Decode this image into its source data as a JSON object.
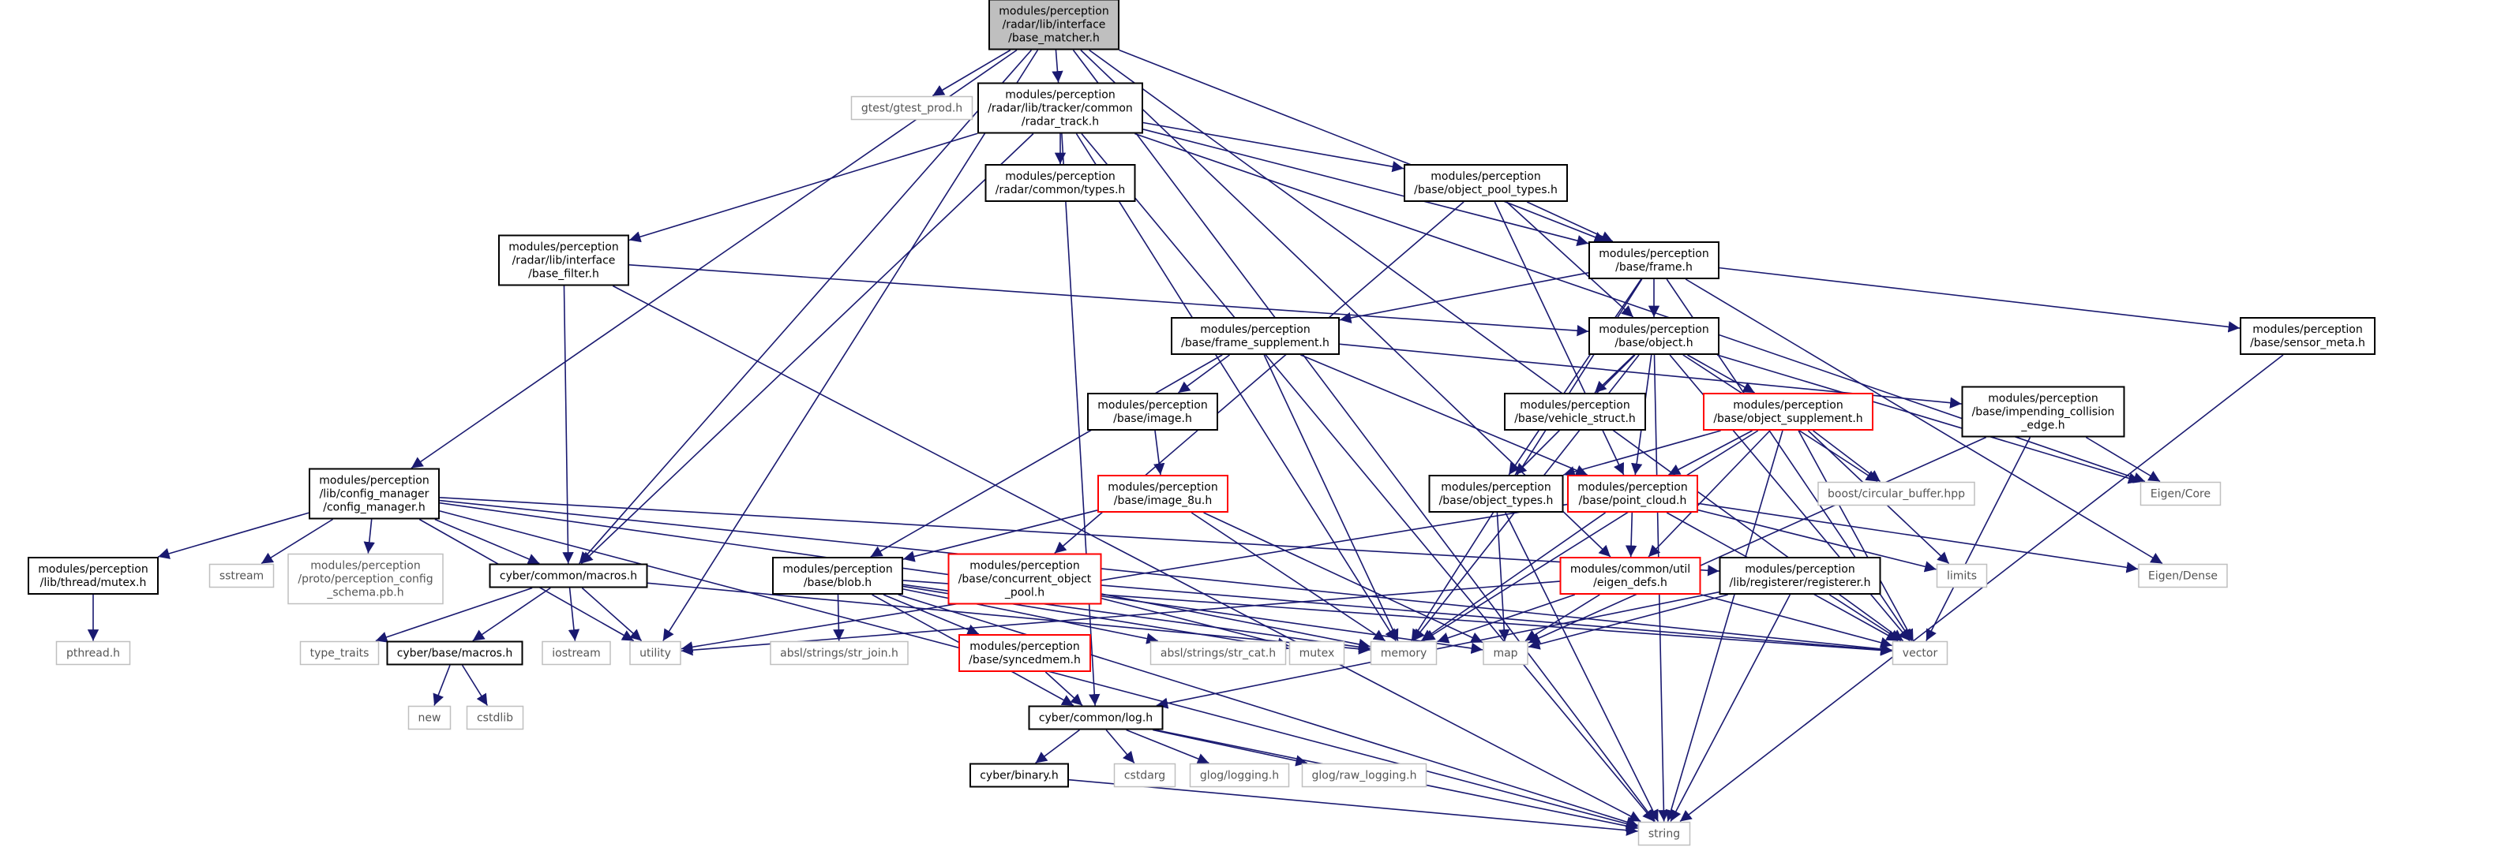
{
  "colors": {
    "edge": "#191970",
    "root_fill": "#bfbfbf",
    "external_border": "#bfbfbf",
    "highlight_border": "#ff0000"
  },
  "nodes": [
    {
      "id": "root",
      "lines": [
        "modules/perception",
        "/radar/lib/interface",
        "/base_matcher.h"
      ],
      "style": "root"
    },
    {
      "id": "gtest",
      "lines": [
        "gtest/gtest_prod.h"
      ],
      "style": "ext"
    },
    {
      "id": "radar_track",
      "lines": [
        "modules/perception",
        "/radar/lib/tracker/common",
        "/radar_track.h"
      ],
      "style": "normal"
    },
    {
      "id": "radar_types",
      "lines": [
        "modules/perception",
        "/radar/common/types.h"
      ],
      "style": "normal"
    },
    {
      "id": "object_pool_types",
      "lines": [
        "modules/perception",
        "/base/object_pool_types.h"
      ],
      "style": "normal"
    },
    {
      "id": "base_filter",
      "lines": [
        "modules/perception",
        "/radar/lib/interface",
        "/base_filter.h"
      ],
      "style": "normal"
    },
    {
      "id": "frame",
      "lines": [
        "modules/perception",
        "/base/frame.h"
      ],
      "style": "normal"
    },
    {
      "id": "frame_supplement",
      "lines": [
        "modules/perception",
        "/base/frame_supplement.h"
      ],
      "style": "normal"
    },
    {
      "id": "object",
      "lines": [
        "modules/perception",
        "/base/object.h"
      ],
      "style": "normal"
    },
    {
      "id": "sensor_meta",
      "lines": [
        "modules/perception",
        "/base/sensor_meta.h"
      ],
      "style": "normal"
    },
    {
      "id": "image",
      "lines": [
        "modules/perception",
        "/base/image.h"
      ],
      "style": "normal"
    },
    {
      "id": "vehicle_struct",
      "lines": [
        "modules/perception",
        "/base/vehicle_struct.h"
      ],
      "style": "normal"
    },
    {
      "id": "object_supplement",
      "lines": [
        "modules/perception",
        "/base/object_supplement.h"
      ],
      "style": "red"
    },
    {
      "id": "impending",
      "lines": [
        "modules/perception",
        "/base/impending_collision",
        "_edge.h"
      ],
      "style": "normal"
    },
    {
      "id": "config_manager",
      "lines": [
        "modules/perception",
        "/lib/config_manager",
        "/config_manager.h"
      ],
      "style": "normal"
    },
    {
      "id": "image_8u",
      "lines": [
        "modules/perception",
        "/base/image_8u.h"
      ],
      "style": "red"
    },
    {
      "id": "object_types",
      "lines": [
        "modules/perception",
        "/base/object_types.h"
      ],
      "style": "normal"
    },
    {
      "id": "point_cloud",
      "lines": [
        "modules/perception",
        "/base/point_cloud.h"
      ],
      "style": "red"
    },
    {
      "id": "circular_buffer",
      "lines": [
        "boost/circular_buffer.hpp"
      ],
      "style": "ext"
    },
    {
      "id": "eigen_core",
      "lines": [
        "Eigen/Core"
      ],
      "style": "ext"
    },
    {
      "id": "mutex_h",
      "lines": [
        "modules/perception",
        "/lib/thread/mutex.h"
      ],
      "style": "normal"
    },
    {
      "id": "sstream",
      "lines": [
        "sstream"
      ],
      "style": "ext"
    },
    {
      "id": "perception_config",
      "lines": [
        "modules/perception",
        "/proto/perception_config",
        "_schema.pb.h"
      ],
      "style": "ext"
    },
    {
      "id": "cyber_macros",
      "lines": [
        "cyber/common/macros.h"
      ],
      "style": "normal"
    },
    {
      "id": "blob",
      "lines": [
        "modules/perception",
        "/base/blob.h"
      ],
      "style": "normal"
    },
    {
      "id": "concurrent_pool",
      "lines": [
        "modules/perception",
        "/base/concurrent_object",
        "_pool.h"
      ],
      "style": "red"
    },
    {
      "id": "eigen_defs",
      "lines": [
        "modules/common/util",
        "/eigen_defs.h"
      ],
      "style": "red"
    },
    {
      "id": "registerer",
      "lines": [
        "modules/perception",
        "/lib/registerer/registerer.h"
      ],
      "style": "normal"
    },
    {
      "id": "limits",
      "lines": [
        "limits"
      ],
      "style": "ext"
    },
    {
      "id": "eigen_dense",
      "lines": [
        "Eigen/Dense"
      ],
      "style": "ext"
    },
    {
      "id": "pthread",
      "lines": [
        "pthread.h"
      ],
      "style": "ext"
    },
    {
      "id": "type_traits",
      "lines": [
        "type_traits"
      ],
      "style": "ext"
    },
    {
      "id": "cyber_base_macros",
      "lines": [
        "cyber/base/macros.h"
      ],
      "style": "normal"
    },
    {
      "id": "iostream",
      "lines": [
        "iostream"
      ],
      "style": "ext"
    },
    {
      "id": "utility",
      "lines": [
        "utility"
      ],
      "style": "ext"
    },
    {
      "id": "str_join",
      "lines": [
        "absl/strings/str_join.h"
      ],
      "style": "ext"
    },
    {
      "id": "syncedmem",
      "lines": [
        "modules/perception",
        "/base/syncedmem.h"
      ],
      "style": "red"
    },
    {
      "id": "str_cat",
      "lines": [
        "absl/strings/str_cat.h"
      ],
      "style": "ext"
    },
    {
      "id": "mutex",
      "lines": [
        "mutex"
      ],
      "style": "ext"
    },
    {
      "id": "memory",
      "lines": [
        "memory"
      ],
      "style": "ext"
    },
    {
      "id": "map",
      "lines": [
        "map"
      ],
      "style": "ext"
    },
    {
      "id": "vector",
      "lines": [
        "vector"
      ],
      "style": "ext"
    },
    {
      "id": "new",
      "lines": [
        "new"
      ],
      "style": "ext"
    },
    {
      "id": "cstdlib",
      "lines": [
        "cstdlib"
      ],
      "style": "ext"
    },
    {
      "id": "cyber_log",
      "lines": [
        "cyber/common/log.h"
      ],
      "style": "normal"
    },
    {
      "id": "cyber_binary",
      "lines": [
        "cyber/binary.h"
      ],
      "style": "normal"
    },
    {
      "id": "cstdarg",
      "lines": [
        "cstdarg"
      ],
      "style": "ext"
    },
    {
      "id": "glog_logging",
      "lines": [
        "glog/logging.h"
      ],
      "style": "ext"
    },
    {
      "id": "glog_raw",
      "lines": [
        "glog/raw_logging.h"
      ],
      "style": "ext"
    },
    {
      "id": "string",
      "lines": [
        "string"
      ],
      "style": "ext"
    }
  ],
  "edges": [
    [
      "root",
      "gtest"
    ],
    [
      "root",
      "radar_track"
    ],
    [
      "root",
      "config_manager"
    ],
    [
      "root",
      "cyber_macros"
    ],
    [
      "root",
      "frame"
    ],
    [
      "root",
      "eigen_defs"
    ],
    [
      "root",
      "utility"
    ],
    [
      "root",
      "vector"
    ],
    [
      "root",
      "string"
    ],
    [
      "radar_track",
      "radar_types"
    ],
    [
      "radar_track",
      "object_pool_types"
    ],
    [
      "radar_track",
      "base_filter"
    ],
    [
      "radar_track",
      "frame"
    ],
    [
      "radar_track",
      "cyber_macros"
    ],
    [
      "radar_track",
      "cyber_log"
    ],
    [
      "radar_track",
      "memory"
    ],
    [
      "radar_track",
      "eigen_core"
    ],
    [
      "radar_track",
      "string"
    ],
    [
      "object_pool_types",
      "frame"
    ],
    [
      "object_pool_types",
      "object"
    ],
    [
      "object_pool_types",
      "concurrent_pool"
    ],
    [
      "object_pool_types",
      "point_cloud"
    ],
    [
      "base_filter",
      "object"
    ],
    [
      "base_filter",
      "cyber_macros"
    ],
    [
      "base_filter",
      "string"
    ],
    [
      "frame",
      "frame_supplement"
    ],
    [
      "frame",
      "object"
    ],
    [
      "frame",
      "sensor_meta"
    ],
    [
      "frame",
      "object_types"
    ],
    [
      "frame",
      "memory"
    ],
    [
      "frame",
      "vector"
    ],
    [
      "frame",
      "eigen_dense"
    ],
    [
      "frame_supplement",
      "image"
    ],
    [
      "frame_supplement",
      "point_cloud"
    ],
    [
      "frame_supplement",
      "blob"
    ],
    [
      "frame_supplement",
      "impending"
    ],
    [
      "frame_supplement",
      "memory"
    ],
    [
      "object",
      "vehicle_struct"
    ],
    [
      "object",
      "object_supplement"
    ],
    [
      "object",
      "object_types"
    ],
    [
      "object",
      "point_cloud"
    ],
    [
      "object",
      "circular_buffer"
    ],
    [
      "object",
      "eigen_core"
    ],
    [
      "object",
      "memory"
    ],
    [
      "object",
      "vector"
    ],
    [
      "object",
      "string"
    ],
    [
      "sensor_meta",
      "string"
    ],
    [
      "image",
      "image_8u"
    ],
    [
      "image_8u",
      "blob"
    ],
    [
      "image_8u",
      "memory"
    ],
    [
      "image_8u",
      "map"
    ],
    [
      "object_supplement",
      "object_types"
    ],
    [
      "object_supplement",
      "point_cloud"
    ],
    [
      "object_supplement",
      "circular_buffer"
    ],
    [
      "object_supplement",
      "eigen_defs"
    ],
    [
      "object_supplement",
      "memory"
    ],
    [
      "object_supplement",
      "limits"
    ],
    [
      "object_supplement",
      "vector"
    ],
    [
      "object_supplement",
      "string"
    ],
    [
      "impending",
      "eigen_core"
    ],
    [
      "impending",
      "vector"
    ],
    [
      "impending",
      "map"
    ],
    [
      "object_types",
      "map"
    ],
    [
      "object_types",
      "string"
    ],
    [
      "point_cloud",
      "eigen_defs"
    ],
    [
      "point_cloud",
      "limits"
    ],
    [
      "point_cloud",
      "eigen_dense"
    ],
    [
      "point_cloud",
      "vector"
    ],
    [
      "point_cloud",
      "memory"
    ],
    [
      "point_cloud",
      "utility"
    ],
    [
      "config_manager",
      "mutex_h"
    ],
    [
      "config_manager",
      "sstream"
    ],
    [
      "config_manager",
      "perception_config"
    ],
    [
      "config_manager",
      "cyber_macros"
    ],
    [
      "config_manager",
      "registerer"
    ],
    [
      "config_manager",
      "utility"
    ],
    [
      "config_manager",
      "map"
    ],
    [
      "config_manager",
      "string"
    ],
    [
      "config_manager",
      "vector"
    ],
    [
      "mutex_h",
      "pthread"
    ],
    [
      "cyber_macros",
      "type_traits"
    ],
    [
      "cyber_macros",
      "cyber_base_macros"
    ],
    [
      "cyber_macros",
      "iostream"
    ],
    [
      "cyber_macros",
      "utility"
    ],
    [
      "cyber_macros",
      "memory"
    ],
    [
      "cyber_base_macros",
      "new"
    ],
    [
      "cyber_base_macros",
      "cstdlib"
    ],
    [
      "blob",
      "str_join"
    ],
    [
      "blob",
      "syncedmem"
    ],
    [
      "blob",
      "str_cat"
    ],
    [
      "blob",
      "mutex"
    ],
    [
      "blob",
      "memory"
    ],
    [
      "blob",
      "cyber_log"
    ],
    [
      "blob",
      "vector"
    ],
    [
      "blob",
      "string"
    ],
    [
      "concurrent_pool",
      "mutex"
    ],
    [
      "concurrent_pool",
      "memory"
    ],
    [
      "concurrent_pool",
      "vector"
    ],
    [
      "eigen_defs",
      "map"
    ],
    [
      "eigen_defs",
      "vector"
    ],
    [
      "eigen_defs",
      "memory"
    ],
    [
      "eigen_defs",
      "utility"
    ],
    [
      "registerer",
      "cyber_log"
    ],
    [
      "registerer",
      "map"
    ],
    [
      "registerer",
      "string"
    ],
    [
      "registerer",
      "vector"
    ],
    [
      "syncedmem",
      "cyber_log"
    ],
    [
      "cyber_log",
      "cyber_binary"
    ],
    [
      "cyber_log",
      "cstdarg"
    ],
    [
      "cyber_log",
      "glog_logging"
    ],
    [
      "cyber_log",
      "glog_raw"
    ],
    [
      "cyber_log",
      "string"
    ],
    [
      "cyber_binary",
      "string"
    ]
  ]
}
